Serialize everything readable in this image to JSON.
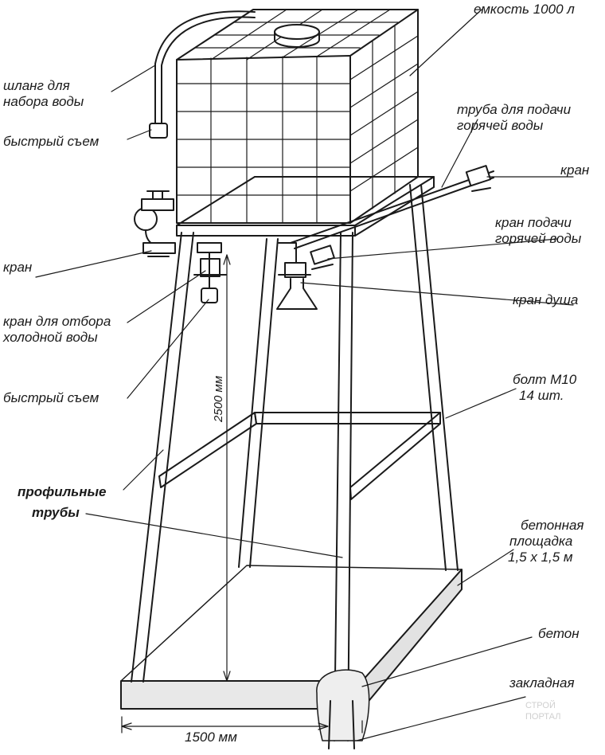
{
  "labels": {
    "tank": "емкость 1000 л",
    "hose_line1": "шланг для",
    "hose_line2": "набора воды",
    "quick_release_top": "быстрый съем",
    "hot_pipe_line1": "труба для подачи",
    "hot_pipe_line2": "горячей воды",
    "valve_right": "кран",
    "hot_valve_line1": "кран подачи",
    "hot_valve_line2": "горячей воды",
    "valve_left": "кран",
    "cold_valve_line1": "кран для отбора",
    "cold_valve_line2": "холодной воды",
    "shower_valve": "кран душа",
    "quick_release_bottom": "быстрый съем",
    "bolt_line1": "болт М10",
    "bolt_line2": "14 шт.",
    "profile_line1": "профильные",
    "profile_line2": "трубы",
    "pad_line1": "бетонная",
    "pad_line2": "площадка",
    "pad_line3": "1,5 х 1,5 м",
    "concrete": "бетон",
    "embedded": "закладная",
    "height_dim": "2500 мм",
    "width_dim": "1500 мм"
  },
  "watermark": {
    "line1": "СТРОЙ",
    "line2": "ПОРТАЛ"
  },
  "colors": {
    "ink": "#1a1a1a",
    "pad_fill": "#e6e6e6"
  }
}
